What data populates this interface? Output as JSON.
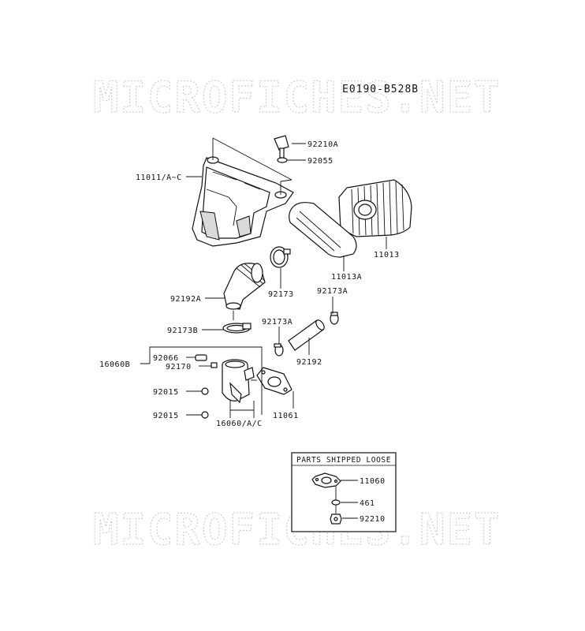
{
  "diagram": {
    "code": "E0190-B528B",
    "watermark": "MICROFICHES.NET",
    "parts": {
      "p92210A": "92210A",
      "p92055": "92055",
      "p11011": "11011/A~C",
      "p11013": "11013",
      "p11013A": "11013A",
      "p92173": "92173",
      "p92173A_top": "92173A",
      "p92192A": "92192A",
      "p92173B": "92173B",
      "p92173A_mid": "92173A",
      "p92192": "92192",
      "p92066": "92066",
      "p16060B": "16060B",
      "p92170": "92170",
      "p92015_a": "92015",
      "p92015_b": "92015",
      "p11061": "11061",
      "p16060": "16060/A/C"
    },
    "loose_box": {
      "title": "PARTS SHIPPED LOOSE",
      "p11060": "11060",
      "p461": "461",
      "p92210": "92210"
    }
  }
}
